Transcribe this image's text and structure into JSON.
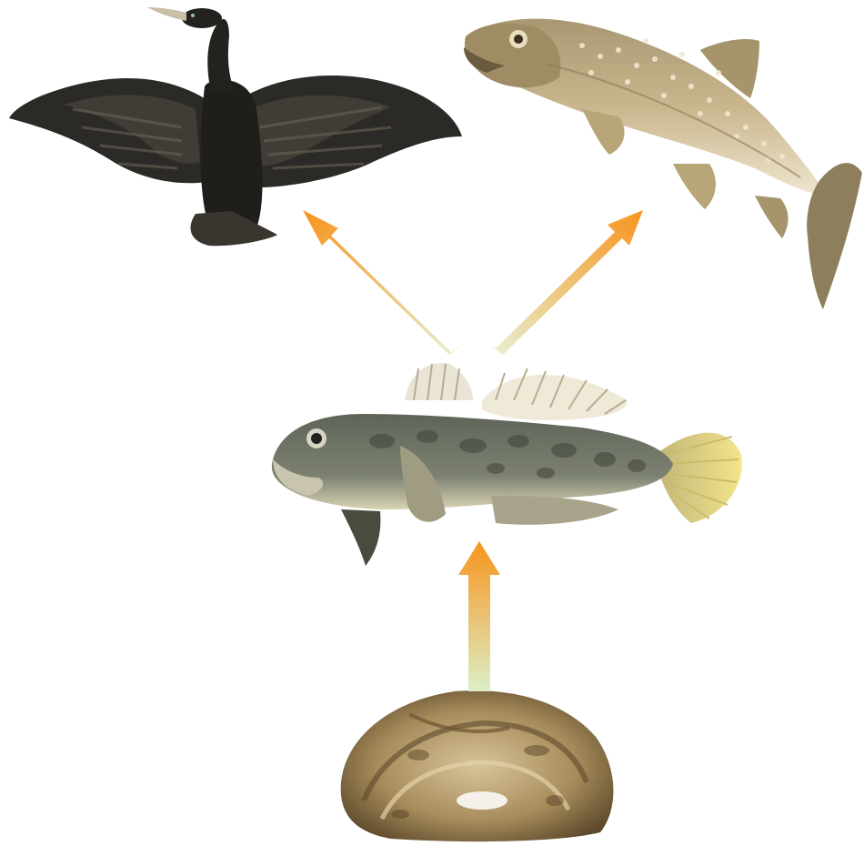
{
  "diagram": {
    "type": "food-web",
    "nodes": [
      {
        "id": "cormorant",
        "icon": "cormorant-icon",
        "colors": {
          "body": "#2b2a26",
          "feather": "#5c564a"
        }
      },
      {
        "id": "trout",
        "icon": "trout-icon",
        "colors": {
          "body": "#c9b68e",
          "spots": "#efe6cf",
          "belly": "#e9dfc5"
        }
      },
      {
        "id": "goby",
        "icon": "goby-icon",
        "colors": {
          "body": "#6f7566",
          "fin": "#e8dc86"
        }
      },
      {
        "id": "mussel",
        "icon": "mussel-icon",
        "colors": {
          "shell": "#b49a6a",
          "dark": "#5e4a2c"
        }
      }
    ],
    "edges": [
      {
        "from": "goby",
        "to": "cormorant"
      },
      {
        "from": "goby",
        "to": "trout"
      },
      {
        "from": "mussel",
        "to": "goby"
      }
    ],
    "arrow_colors": {
      "head": "#f7941d",
      "tail": "#dcefc7"
    }
  }
}
